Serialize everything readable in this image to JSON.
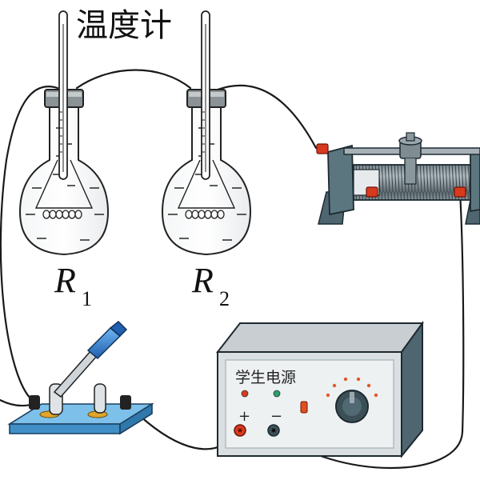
{
  "labels": {
    "thermometer": "温度计",
    "r1_symbol": "R",
    "r1_subscript": "1",
    "r2_symbol": "R",
    "r2_subscript": "2"
  },
  "power_supply": {
    "title": "学生电源",
    "plus": "+",
    "minus": "−"
  },
  "colors": {
    "wire": "#1a1a1a",
    "box_top": "#c9ced2",
    "box_front": "#dadfe2",
    "box_side": "#4f6670",
    "panel": "#eef1f2",
    "knife_handle": "#2a73c8",
    "switch_base": "#5aa9de",
    "terminal_red": "#d83a1e",
    "knob": "#3b4f57",
    "coil": "#7d8a90"
  }
}
